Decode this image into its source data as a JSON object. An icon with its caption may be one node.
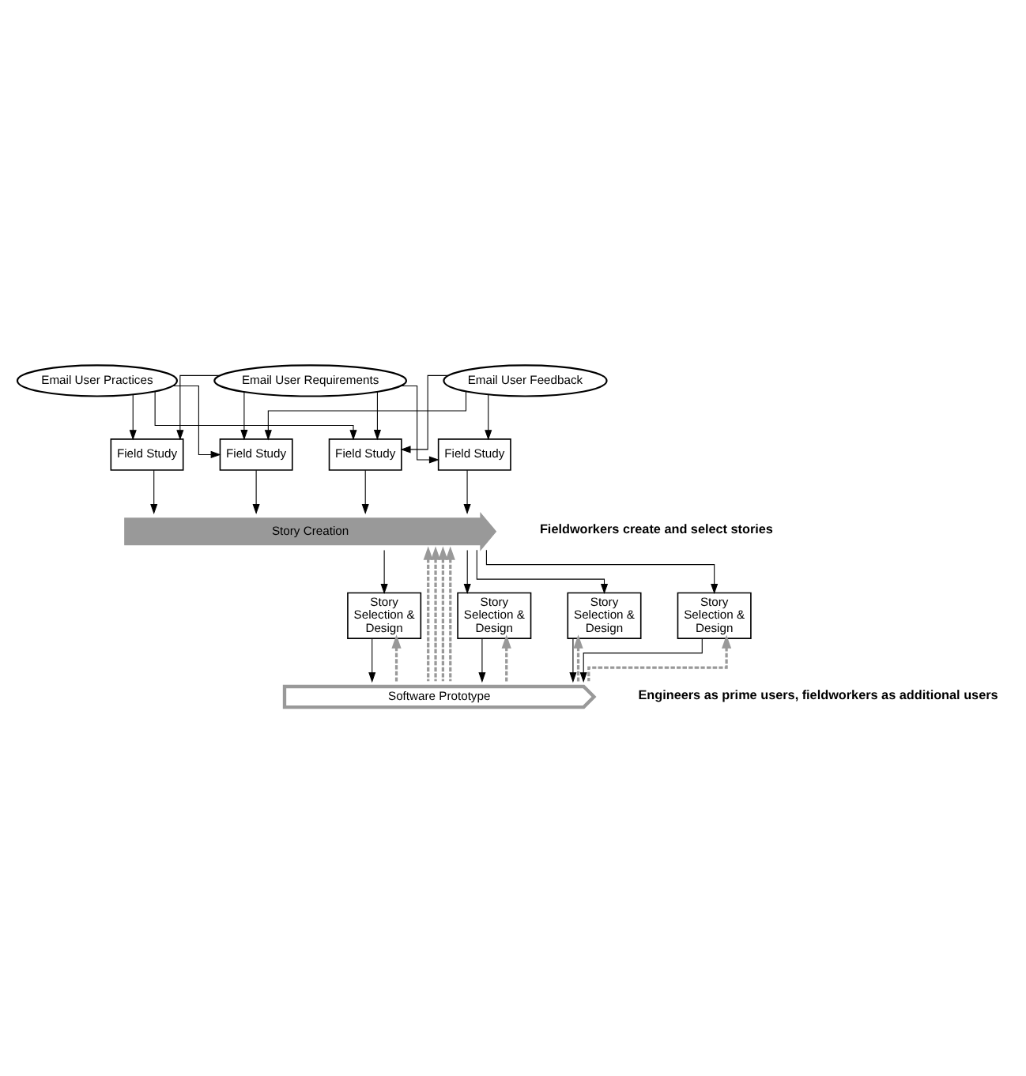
{
  "diagram": {
    "nodes": [
      {
        "text": [
          "Email User Practices"
        ]
      },
      {
        "text": [
          "Email User Requirements"
        ]
      },
      {
        "text": [
          "Email User Feedback"
        ]
      },
      {
        "text": [
          "Field Study"
        ]
      },
      {
        "text": [
          "Field Study"
        ]
      },
      {
        "text": [
          "Field Study"
        ]
      },
      {
        "text": [
          "Field Study"
        ]
      },
      {
        "text": [
          "Story Creation"
        ]
      },
      {
        "text": [
          "Story Selection & Design"
        ]
      },
      {
        "text": [
          "Story Selection & Design"
        ]
      },
      {
        "text": [
          "Story Selection & Design"
        ]
      },
      {
        "text": [
          "Story Selection & Design"
        ]
      },
      {
        "text": [
          "Software Prototype"
        ]
      }
    ],
    "edges": [
      {
        "from": 0,
        "to": 3,
        "arrow": "to"
      },
      {
        "from": 0,
        "to": 4,
        "arrow": "to"
      },
      {
        "from": 0,
        "to": 5,
        "arrow": "to"
      },
      {
        "from": 1,
        "to": 3,
        "arrow": "to"
      },
      {
        "from": 1,
        "to": 4,
        "arrow": "to"
      },
      {
        "from": 1,
        "to": 5,
        "arrow": "to"
      },
      {
        "from": 1,
        "to": 6,
        "arrow": "to"
      },
      {
        "from": 2,
        "to": 4,
        "arrow": "to"
      },
      {
        "from": 2,
        "to": 5,
        "arrow": "to"
      },
      {
        "from": 2,
        "to": 6,
        "arrow": "to"
      },
      {
        "from": 3,
        "to": 7,
        "arrow": "to"
      },
      {
        "from": 4,
        "to": 7,
        "arrow": "to"
      },
      {
        "from": 5,
        "to": 7,
        "arrow": "to"
      },
      {
        "from": 6,
        "to": 7,
        "arrow": "to"
      },
      {
        "from": 7,
        "to": 8,
        "arrow": "to"
      },
      {
        "from": 7,
        "to": 9,
        "arrow": "to"
      },
      {
        "from": 7,
        "to": 10,
        "arrow": "to"
      },
      {
        "from": 7,
        "to": 11,
        "arrow": "to"
      },
      {
        "from": 8,
        "to": 12,
        "arrow": "to"
      },
      {
        "from": 9,
        "to": 12,
        "arrow": "to"
      },
      {
        "from": 10,
        "to": 12,
        "arrow": "to"
      },
      {
        "from": 11,
        "to": 12,
        "arrow": "to"
      },
      {
        "from": 12,
        "to": 8,
        "arrow": "to",
        "style": "dashed",
        "color": "#999999"
      },
      {
        "from": 12,
        "to": 9,
        "arrow": "to",
        "style": "dashed",
        "color": "#999999"
      },
      {
        "from": 12,
        "to": 10,
        "arrow": "to",
        "style": "dashed",
        "color": "#999999"
      },
      {
        "from": 12,
        "to": 11,
        "arrow": "to",
        "style": "dashed",
        "color": "#999999"
      },
      {
        "from": 12,
        "to": 7,
        "arrow": "to",
        "style": "dashed",
        "color": "#999999"
      },
      {
        "from": 12,
        "to": 7,
        "arrow": "to",
        "style": "dashed",
        "color": "#999999"
      },
      {
        "from": 12,
        "to": 7,
        "arrow": "to",
        "style": "dashed",
        "color": "#999999"
      },
      {
        "from": 12,
        "to": 7,
        "arrow": "to",
        "style": "dashed",
        "color": "#999999"
      }
    ],
    "labels": [
      "Fieldworkers create and select stories",
      "Engineers as prime users, fieldworkers as additional users"
    ]
  }
}
